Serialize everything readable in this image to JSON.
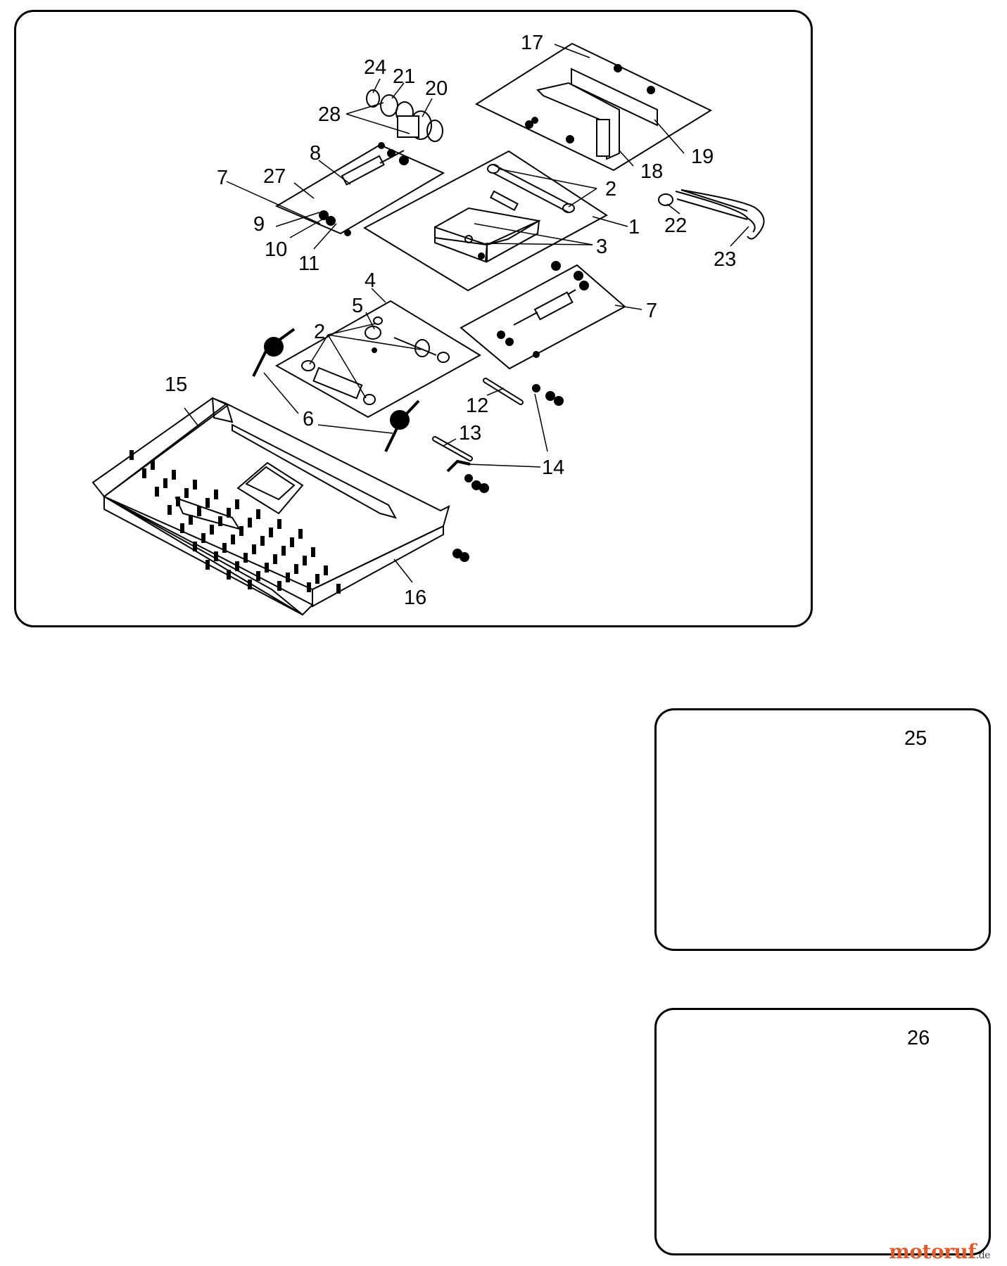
{
  "main_callouts": [
    {
      "id": "c17",
      "text": "17"
    },
    {
      "id": "c24",
      "text": "24"
    },
    {
      "id": "c21",
      "text": "21"
    },
    {
      "id": "c20",
      "text": "20"
    },
    {
      "id": "c28",
      "text": "28"
    },
    {
      "id": "c19",
      "text": "19"
    },
    {
      "id": "c8",
      "text": "8"
    },
    {
      "id": "c18",
      "text": "18"
    },
    {
      "id": "c7a",
      "text": "7"
    },
    {
      "id": "c27",
      "text": "27"
    },
    {
      "id": "c2a",
      "text": "2"
    },
    {
      "id": "c1",
      "text": "1"
    },
    {
      "id": "c22",
      "text": "22"
    },
    {
      "id": "c9",
      "text": "9"
    },
    {
      "id": "c3",
      "text": "3"
    },
    {
      "id": "c10",
      "text": "10"
    },
    {
      "id": "c11",
      "text": "11"
    },
    {
      "id": "c23",
      "text": "23"
    },
    {
      "id": "c4",
      "text": "4"
    },
    {
      "id": "c5",
      "text": "5"
    },
    {
      "id": "c7b",
      "text": "7"
    },
    {
      "id": "c2b",
      "text": "2"
    },
    {
      "id": "c15",
      "text": "15"
    },
    {
      "id": "c12",
      "text": "12"
    },
    {
      "id": "c6",
      "text": "6"
    },
    {
      "id": "c13",
      "text": "13"
    },
    {
      "id": "c14",
      "text": "14"
    },
    {
      "id": "c16",
      "text": "16"
    }
  ],
  "panel_25": {
    "label": "25"
  },
  "panel_26": {
    "label": "26"
  },
  "watermark": {
    "text": "motoruf",
    "suffix": ".de"
  }
}
